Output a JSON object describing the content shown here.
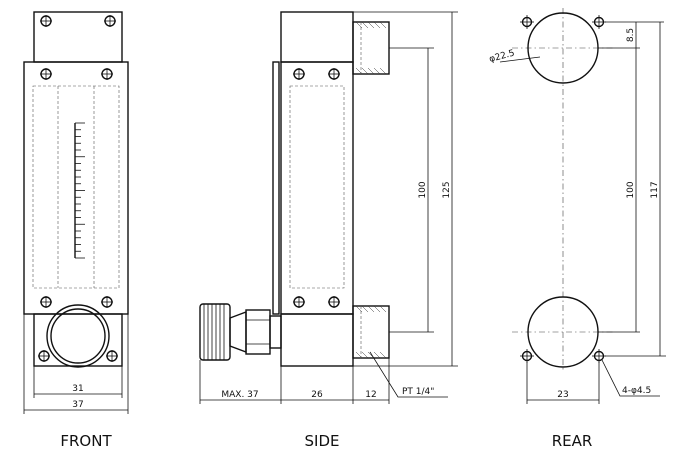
{
  "views": {
    "front": {
      "label": "FRONT",
      "dims": {
        "inner_width": "31",
        "outer_width": "37"
      }
    },
    "side": {
      "label": "SIDE",
      "dims": {
        "max": "MAX. 37",
        "body": "26",
        "port": "12",
        "inner_height": "100",
        "outer_height": "125",
        "thread": "PT 1/4\""
      }
    },
    "rear": {
      "label": "REAR",
      "dims": {
        "diameter": "φ22.5",
        "offset": "8.5",
        "inner_height": "100",
        "outer_height": "117",
        "width": "23",
        "holes": "4-φ4.5"
      }
    }
  }
}
